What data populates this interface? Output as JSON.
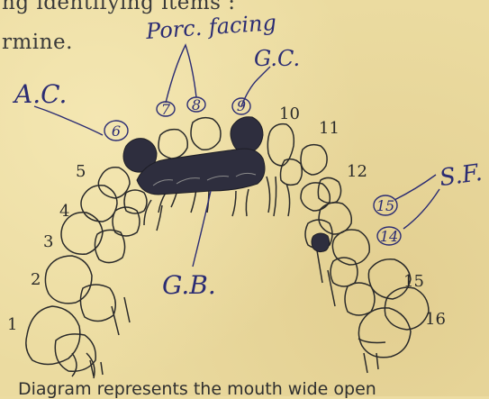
{
  "header": {
    "line1": "ng identifying items :",
    "line2": "rmine."
  },
  "annotations": {
    "porc": "Porc. facing",
    "gc": "G.C.",
    "ac": "A.C.",
    "gb": "G.B.",
    "sf": "S.F.",
    "circled": [
      "6",
      "7",
      "8",
      "9",
      "15",
      "14"
    ]
  },
  "tooth_numbers": [
    "1",
    "2",
    "3",
    "4",
    "5",
    "10",
    "11",
    "12",
    "15",
    "16"
  ],
  "caption": "Diagram represents the mouth wide open"
}
